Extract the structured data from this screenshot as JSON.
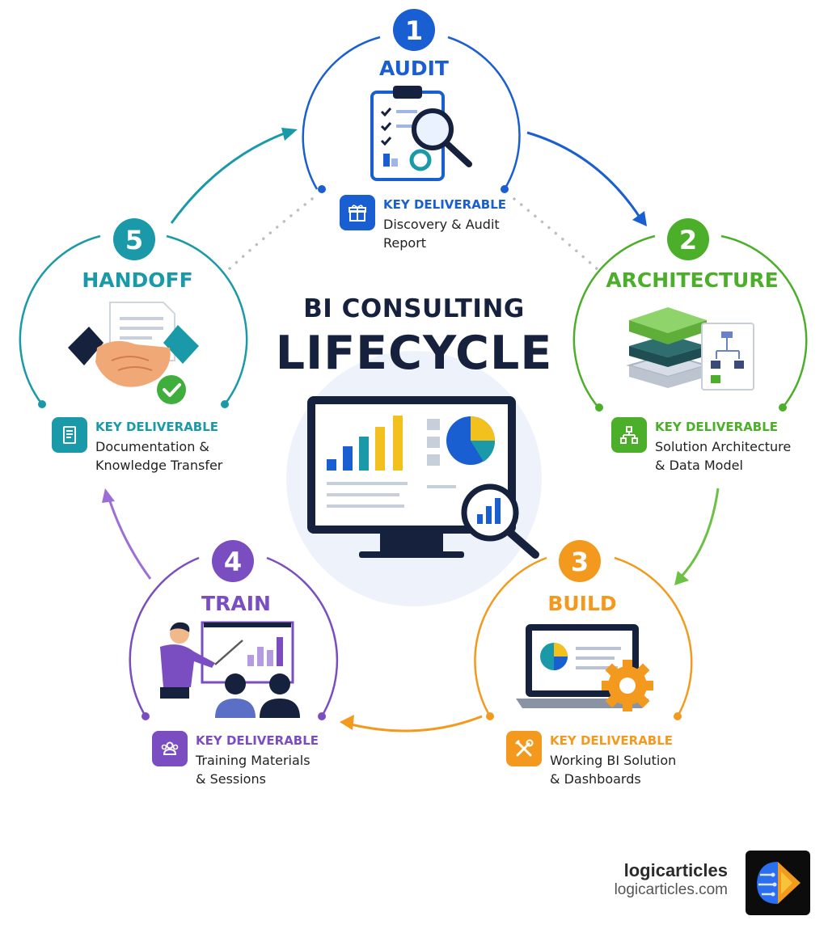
{
  "title": {
    "line1": "BI CONSULTING",
    "line2": "LIFECYCLE"
  },
  "stages": [
    {
      "number": "1",
      "name": "AUDIT",
      "deliverable_label": "KEY DELIVERABLE",
      "deliverable_line1": "Discovery & Audit",
      "deliverable_line2": "Report",
      "color": "#1a5fd1"
    },
    {
      "number": "2",
      "name": "ARCHITECTURE",
      "deliverable_label": "KEY DELIVERABLE",
      "deliverable_line1": "Solution Architecture",
      "deliverable_line2": "& Data Model",
      "color": "#4caf2a"
    },
    {
      "number": "3",
      "name": "BUILD",
      "deliverable_label": "KEY DELIVERABLE",
      "deliverable_line1": "Working BI Solution",
      "deliverable_line2": "& Dashboards",
      "color": "#f39a1e"
    },
    {
      "number": "4",
      "name": "TRAIN",
      "deliverable_label": "KEY DELIVERABLE",
      "deliverable_line1": "Training Materials",
      "deliverable_line2": "& Sessions",
      "color": "#7a4ec0"
    },
    {
      "number": "5",
      "name": "HANDOFF",
      "deliverable_label": "KEY DELIVERABLE",
      "deliverable_line1": "Documentation &",
      "deliverable_line2": "Knowledge Transfer",
      "color": "#1a9aa8"
    }
  ],
  "brand": {
    "name": "logicarticles",
    "url": "logicarticles.com"
  },
  "icons": {
    "audit": "clipboard-magnifier-icon",
    "architecture": "layered-stack-diagram-icon",
    "build": "laptop-gear-icon",
    "train": "presenter-audience-icon",
    "handoff": "handshake-document-icon",
    "center": "monitor-dashboard-magnifier-icon",
    "deliverable_audit": "gift-icon",
    "deliverable_architecture": "hierarchy-icon",
    "deliverable_build": "tools-icon",
    "deliverable_train": "people-icon",
    "deliverable_handoff": "document-icon",
    "brand_logo": "circuit-play-logo"
  },
  "colors": {
    "title": "#16213e",
    "dark_navy": "#16213e"
  }
}
